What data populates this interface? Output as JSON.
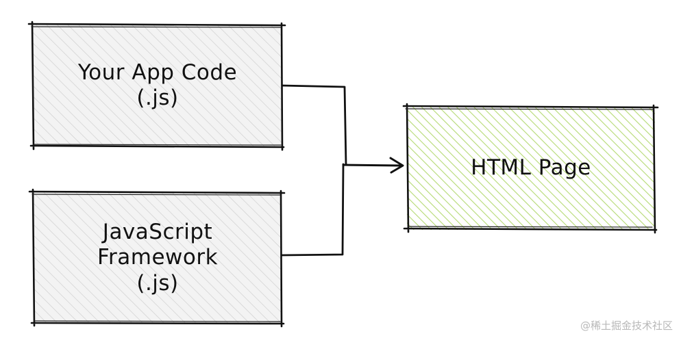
{
  "boxes": {
    "app_code": {
      "line1": "Your App Code",
      "line2": "(.js)"
    },
    "framework": {
      "line1": "JavaScript",
      "line2": "Framework",
      "line3": "(.js)"
    },
    "html_page": {
      "label": "HTML Page"
    }
  },
  "colors": {
    "stroke": "#111111",
    "gray_fill": "#f2f2f2",
    "gray_hatch": "#d6d6d6",
    "green_hatch": "#b9dd7a"
  },
  "watermark": "@稀土掘金技术社区"
}
